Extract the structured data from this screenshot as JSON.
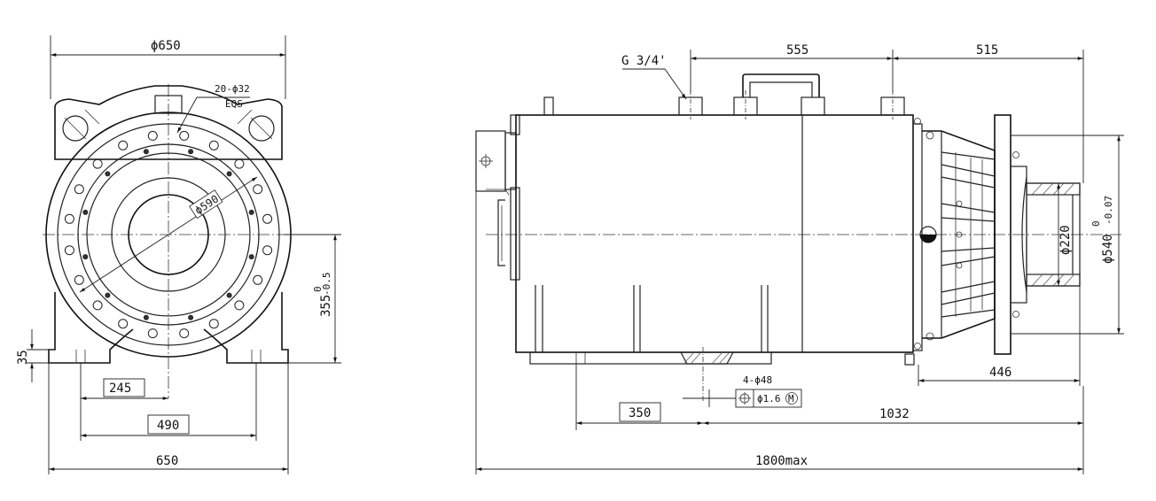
{
  "front_view": {
    "dims": {
      "top_width": "ϕ650",
      "bolt_holes": "20-ϕ32",
      "bolt_grade": "EQS",
      "pcd": "ϕ590",
      "center_height": "355",
      "center_height_tol_upper": "0",
      "center_height_tol_lower": "-0.5",
      "foot_thickness": "35",
      "half_spacing": "245",
      "foot_spacing": "490",
      "overall_width": "650"
    }
  },
  "side_view": {
    "dims": {
      "thread": "G 3/4'",
      "span_555": "555",
      "span_515": "515",
      "shaft_dia": "ϕ220",
      "flange_dia": "ϕ540",
      "flange_tol_upper": "0",
      "flange_tol_lower": "-0.07",
      "span_446": "446",
      "mount_holes": "4-ϕ48",
      "tolerance_value": "ϕ1.6",
      "tolerance_modifier": "M",
      "span_350": "350",
      "span_1032": "1032",
      "overall_length": "1800max"
    }
  }
}
